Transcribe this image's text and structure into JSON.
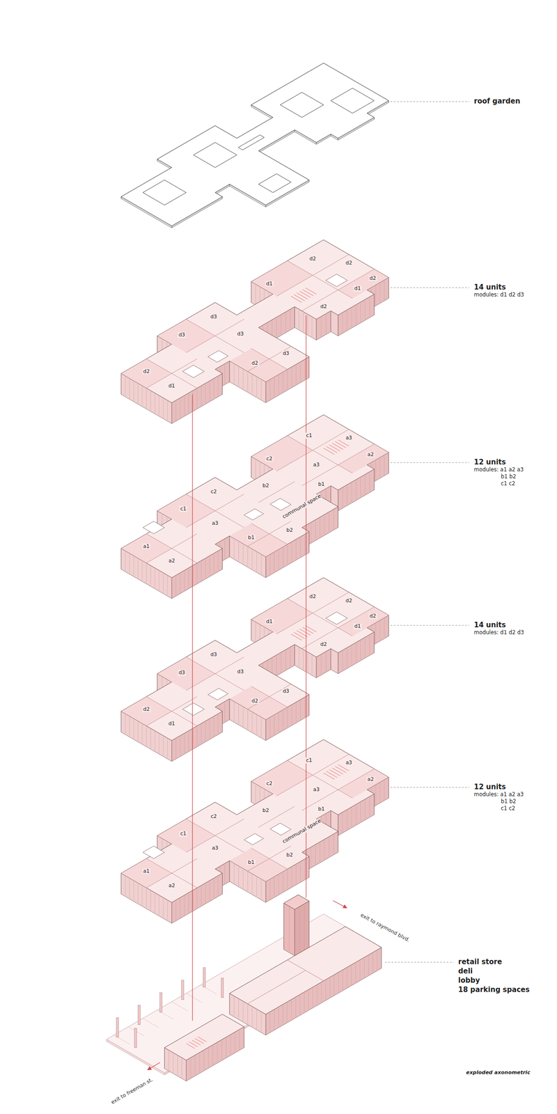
{
  "diagram": {
    "caption": "exploded axonometric",
    "labels": [
      "roof garden",
      "14 units",
      "modules: d1 d2 d3",
      "d2",
      "d1",
      "d3",
      "d3",
      "d3",
      "d2",
      "d3",
      "d1",
      "d2",
      "d2",
      "d1",
      "d2",
      "d2",
      "12 units",
      "modules: a1 a2 a3",
      "b1 b2",
      "c1 c2",
      "a1",
      "a2",
      "c1",
      "c2",
      "a3",
      "b1",
      "b2",
      "b2",
      "communal space",
      "c2",
      "c1",
      "a3",
      "a2",
      "a3",
      "b1",
      "14 units",
      "modules: d1 d2 d3",
      "d2",
      "d1",
      "d3",
      "d3",
      "d3",
      "d2",
      "d3",
      "d1",
      "d2",
      "d2",
      "d1",
      "d2",
      "d2",
      "12 units",
      "modules: a1 a2 a3",
      "b1 b2",
      "c1 c2",
      "a1",
      "a2",
      "c1",
      "c2",
      "a3",
      "b1",
      "b2",
      "b2",
      "communal space",
      "c2",
      "c1",
      "a3",
      "a2",
      "a3",
      "b1",
      "retail store",
      "deli",
      "lobby",
      "18 parking spaces",
      "exit to freeman st.",
      "exit to raymond blvd."
    ]
  }
}
